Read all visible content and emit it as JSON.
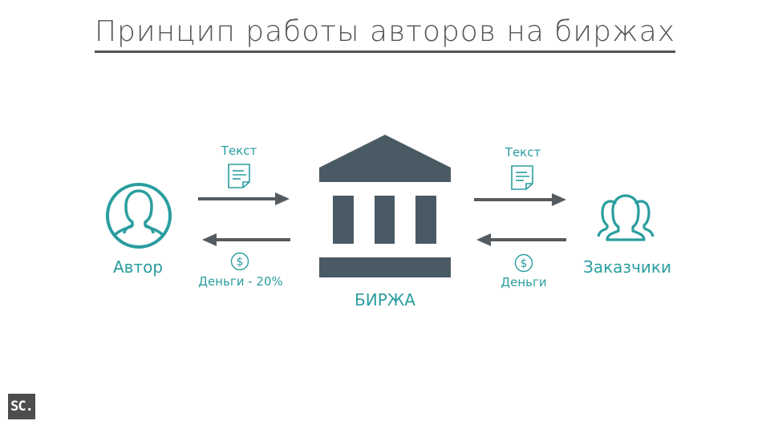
{
  "title": "Принцип работы авторов на биржах",
  "colors": {
    "accent": "#2a9d9f",
    "dark": "#4a5a64",
    "arrow": "#555b5f",
    "title": "#555555"
  },
  "author": {
    "label": "Автор",
    "icon": "person-icon"
  },
  "exchange": {
    "label": "БИРЖА",
    "icon": "bank-building-icon"
  },
  "customers": {
    "label": "Заказчики",
    "icon": "group-icon"
  },
  "flows": {
    "author_to_exchange": {
      "label": "Текст",
      "icon": "document-icon",
      "direction": "right"
    },
    "exchange_to_author": {
      "label": "Деньги - 20%",
      "icon": "dollar-icon",
      "direction": "left"
    },
    "exchange_to_customers": {
      "label": "Текст",
      "icon": "document-icon",
      "direction": "right"
    },
    "customers_to_exchange": {
      "label": "Деньги",
      "icon": "dollar-icon",
      "direction": "left"
    }
  },
  "logo": {
    "text": "SC."
  }
}
